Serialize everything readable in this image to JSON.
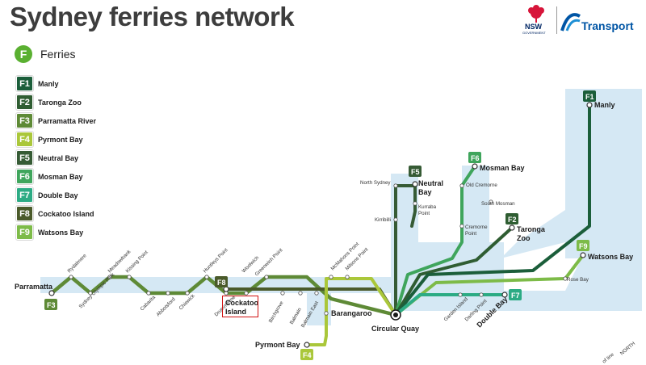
{
  "title": "Sydney ferries network",
  "logos": {
    "nsw": "NSW",
    "nsw_sub": "GOVERNMENT",
    "transport": "Transport"
  },
  "mode": {
    "letter": "F",
    "label": "Ferries",
    "color": "#5ab031"
  },
  "routes": [
    {
      "code": "F1",
      "name": "Manly",
      "color": "#1b5e3a"
    },
    {
      "code": "F2",
      "name": "Taronga Zoo",
      "color": "#2f5d32"
    },
    {
      "code": "F3",
      "name": "Parramatta River",
      "color": "#5e8a36"
    },
    {
      "code": "F4",
      "name": "Pyrmont Bay",
      "color": "#aac73a"
    },
    {
      "code": "F5",
      "name": "Neutral Bay",
      "color": "#365b35"
    },
    {
      "code": "F6",
      "name": "Mosman Bay",
      "color": "#3fa55c"
    },
    {
      "code": "F7",
      "name": "Double Bay",
      "color": "#2cab84"
    },
    {
      "code": "F8",
      "name": "Cockatoo Island",
      "color": "#4a5a2a"
    },
    {
      "code": "F9",
      "name": "Watsons Bay",
      "color": "#7dbb48"
    }
  ],
  "stops": {
    "parramatta": "Parramatta",
    "rydalmere": "Rydalmere",
    "sydney_olympic_park": "Sydney Olympic Park",
    "meadowbank": "Meadowbank",
    "kissing_point": "Kissing Point",
    "cabarita": "Cabarita",
    "abbotsford": "Abbotsford",
    "chiswick": "Chiswick",
    "huntleys_point": "Huntleys Point",
    "drummoyne": "Drummoyne",
    "cockatoo_island_1": "Cockatoo",
    "cockatoo_island_2": "Island",
    "woolwich": "Woolwich",
    "greenwich_point": "Greenwich Point",
    "birchgrove": "Birchgrove",
    "balmain": "Balmain",
    "balmain_east": "Balmain East",
    "mcmahons_point": "McMahons Point",
    "milsons_point": "Milsons Point",
    "barangaroo": "Barangaroo",
    "pyrmont_bay": "Pyrmont Bay",
    "circular_quay": "Circular Quay",
    "north_sydney": "North Sydney",
    "kirribilli": "Kirribilli",
    "neutral_bay_1": "Neutral",
    "neutral_bay_2": "Bay",
    "kurraba_point_1": "Kurraba",
    "kurraba_point_2": "Point",
    "mosman_bay": "Mosman Bay",
    "old_cremorne": "Old Cremorne",
    "south_mosman": "South Mosman",
    "cremorne_point_1": "Cremorne",
    "cremorne_point_2": "Point",
    "taronga_zoo_1": "Taronga",
    "taronga_zoo_2": "Zoo",
    "manly": "Manly",
    "watsons_bay": "Watsons Bay",
    "rose_bay": "Rose Bay",
    "garden_island": "Garden Island",
    "darling_point": "Darling Point",
    "double_bay": "Double Bay"
  },
  "corner_text": {
    "line1": "NORTH",
    "line2": "of line"
  },
  "colors": {
    "water": "#d5e8f4",
    "highlight": "#d01010"
  }
}
